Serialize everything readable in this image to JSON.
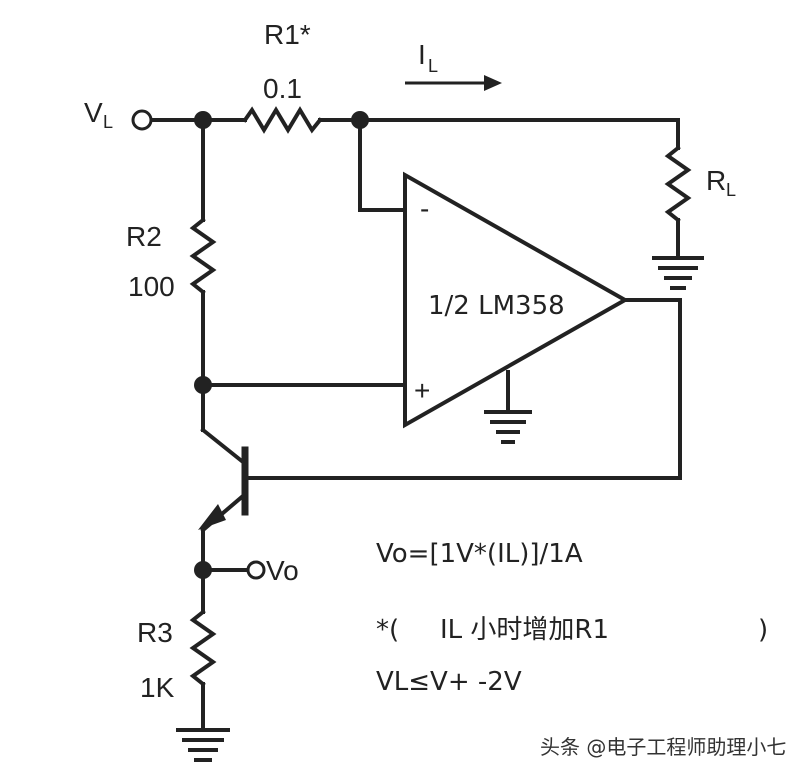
{
  "labels": {
    "vl": "V",
    "vl_sub": "L",
    "r1": "R1*",
    "r1_value": "0.1",
    "il": "I",
    "il_sub": "L",
    "rl": "R",
    "rl_sub": "L",
    "r2": "R2",
    "r2_value": "100",
    "opamp": "1/2 LM358",
    "minus": "-",
    "plus": "+",
    "vo": "Vo",
    "r3": "R3",
    "r3_value": "1K"
  },
  "notes": {
    "eq1": "Vo=[1V*(IL)]/1A",
    "eq2_open": "*(",
    "eq2_text": "IL 小时增加R1",
    "eq2_close": ")",
    "eq3": "VL≤V+ -2V"
  },
  "watermark": "头条 @电子工程师助理小七"
}
